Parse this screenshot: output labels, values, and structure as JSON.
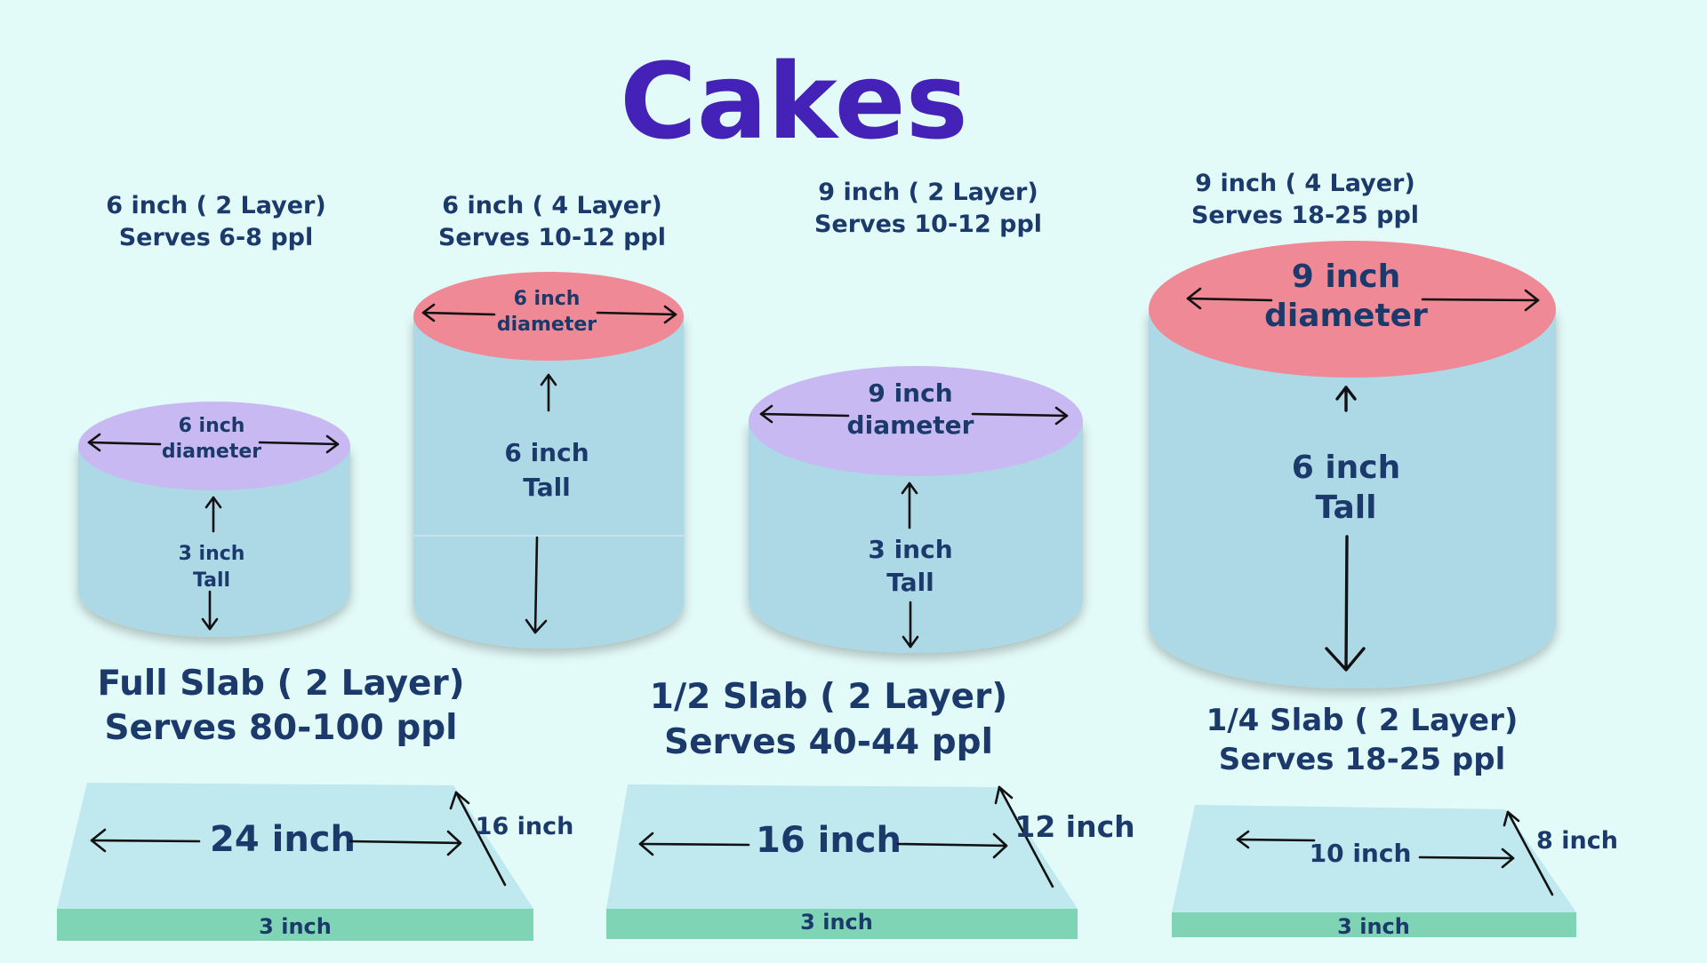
{
  "title": "Cakes",
  "colors": {
    "background": "#e3fbf8",
    "title": "#4422b8",
    "text": "#1b3a6b",
    "cake_body": "#add8e6",
    "top_lavender": "#c9b9f2",
    "top_pink": "#ef8995",
    "slab_top": "#bfe8ef",
    "slab_base": "#7fd4b6"
  },
  "round_cakes": [
    {
      "caption_line1": "6 inch ( 2 Layer)",
      "caption_line2": "Serves 6-8 ppl",
      "diameter_line1": "6 inch",
      "diameter_line2": "diameter",
      "height_line1": "3 inch",
      "height_line2": "Tall",
      "top_color": "lavender"
    },
    {
      "caption_line1": "6 inch ( 4 Layer)",
      "caption_line2": "Serves 10-12 ppl",
      "diameter_line1": "6 inch",
      "diameter_line2": "diameter",
      "height_line1": "6 inch",
      "height_line2": "Tall",
      "top_color": "pink"
    },
    {
      "caption_line1": "9 inch ( 2 Layer)",
      "caption_line2": "Serves 10-12 ppl",
      "diameter_line1": "9 inch",
      "diameter_line2": "diameter",
      "height_line1": "3 inch",
      "height_line2": "Tall",
      "top_color": "lavender"
    },
    {
      "caption_line1": "9 inch ( 4 Layer)",
      "caption_line2": "Serves 18-25 ppl",
      "diameter_line1": "9 inch",
      "diameter_line2": "diameter",
      "height_line1": "6 inch",
      "height_line2": "Tall",
      "top_color": "pink"
    }
  ],
  "slabs": [
    {
      "caption_line1": "Full Slab ( 2 Layer)",
      "caption_line2": "Serves 80-100 ppl",
      "length": "24 inch",
      "width": "16 inch",
      "thickness": "3  inch"
    },
    {
      "caption_line1": "1/2 Slab ( 2 Layer)",
      "caption_line2": "Serves 40-44 ppl",
      "length": "16 inch",
      "width": "12 inch",
      "thickness": "3  inch"
    },
    {
      "caption_line1": "1/4 Slab ( 2 Layer)",
      "caption_line2": "Serves 18-25 ppl",
      "length": "10 inch",
      "width": "8 inch",
      "thickness": "3  inch"
    }
  ]
}
